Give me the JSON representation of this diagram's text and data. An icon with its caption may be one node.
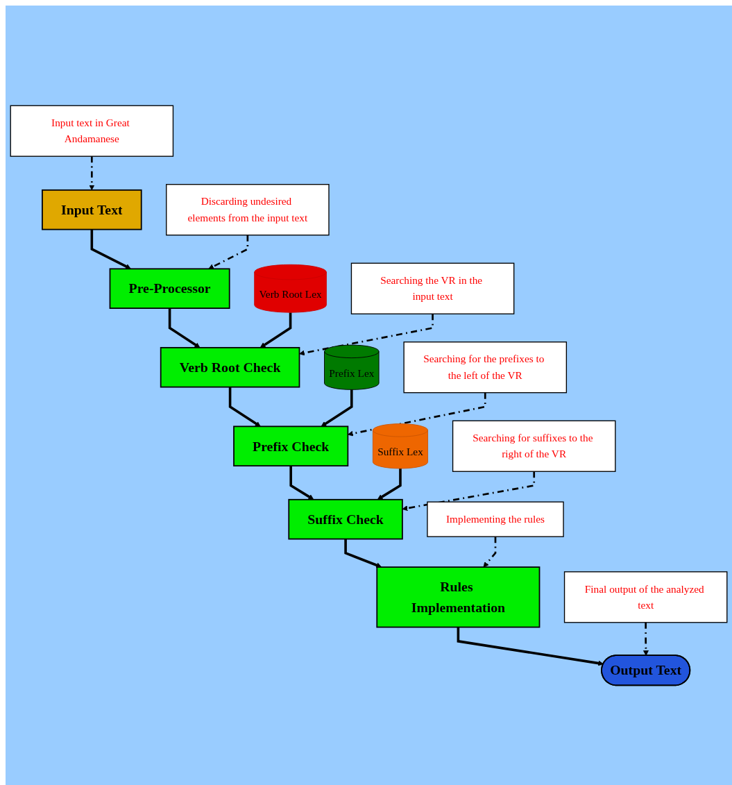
{
  "diagram": {
    "nodes": [
      {
        "text": [
          "Input Text"
        ]
      },
      {
        "text": [
          "Input text in Great Andamanese"
        ]
      },
      {
        "text": [
          "Pre-Processor"
        ]
      },
      {
        "text": [
          "Discarding undesired elements from the input text"
        ]
      },
      {
        "text": [
          "Verb Root Lex"
        ]
      },
      {
        "text": [
          "Verb Root Check"
        ]
      },
      {
        "text": [
          "Searching the VR in the input text"
        ]
      },
      {
        "text": [
          "Prefix Lex"
        ]
      },
      {
        "text": [
          "Prefix Check"
        ]
      },
      {
        "text": [
          "Searching for the prefixes to the left of the VR"
        ]
      },
      {
        "text": [
          "Suffix Lex"
        ]
      },
      {
        "text": [
          "Suffix Check"
        ]
      },
      {
        "text": [
          "Searching for suffixes to the right of the VR"
        ]
      },
      {
        "text": [
          "Rules Implementation"
        ]
      },
      {
        "text": [
          "Implementing the rules"
        ]
      },
      {
        "text": [
          "Output Text"
        ]
      },
      {
        "text": [
          "Final output of the analyzed text"
        ]
      }
    ],
    "edges": [
      {
        "from": 0,
        "to": 2,
        "arrow": "to"
      },
      {
        "from": 2,
        "to": 5,
        "arrow": "to"
      },
      {
        "from": 5,
        "to": 8,
        "arrow": "to"
      },
      {
        "from": 8,
        "to": 11,
        "arrow": "to"
      },
      {
        "from": 11,
        "to": 13,
        "arrow": "to"
      },
      {
        "from": 13,
        "to": 15,
        "arrow": "to"
      },
      {
        "from": 4,
        "to": 5,
        "arrow": "to"
      },
      {
        "from": 7,
        "to": 8,
        "arrow": "to"
      },
      {
        "from": 10,
        "to": 11,
        "arrow": "to"
      },
      {
        "from": 1,
        "to": 0,
        "arrow": "to",
        "style": "dashed"
      },
      {
        "from": 3,
        "to": 2,
        "arrow": "to",
        "style": "dashed"
      },
      {
        "from": 6,
        "to": 5,
        "arrow": "to",
        "style": "dashed"
      },
      {
        "from": 9,
        "to": 8,
        "arrow": "to",
        "style": "dashed"
      },
      {
        "from": 12,
        "to": 11,
        "arrow": "to",
        "style": "dashed"
      },
      {
        "from": 14,
        "to": 13,
        "arrow": "to",
        "style": "dashed"
      },
      {
        "from": 16,
        "to": 15,
        "arrow": "to",
        "style": "dashed"
      }
    ]
  }
}
